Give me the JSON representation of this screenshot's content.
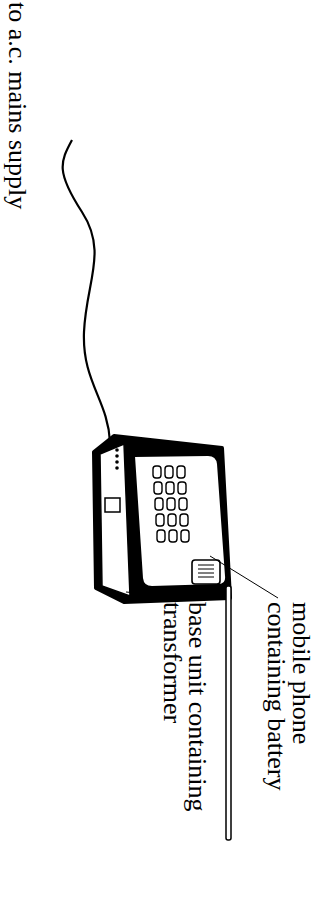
{
  "diagram": {
    "labels": [
      "mobile phone containing battery",
      "base unit containing transformer",
      "to a.c. mains supply"
    ]
  }
}
